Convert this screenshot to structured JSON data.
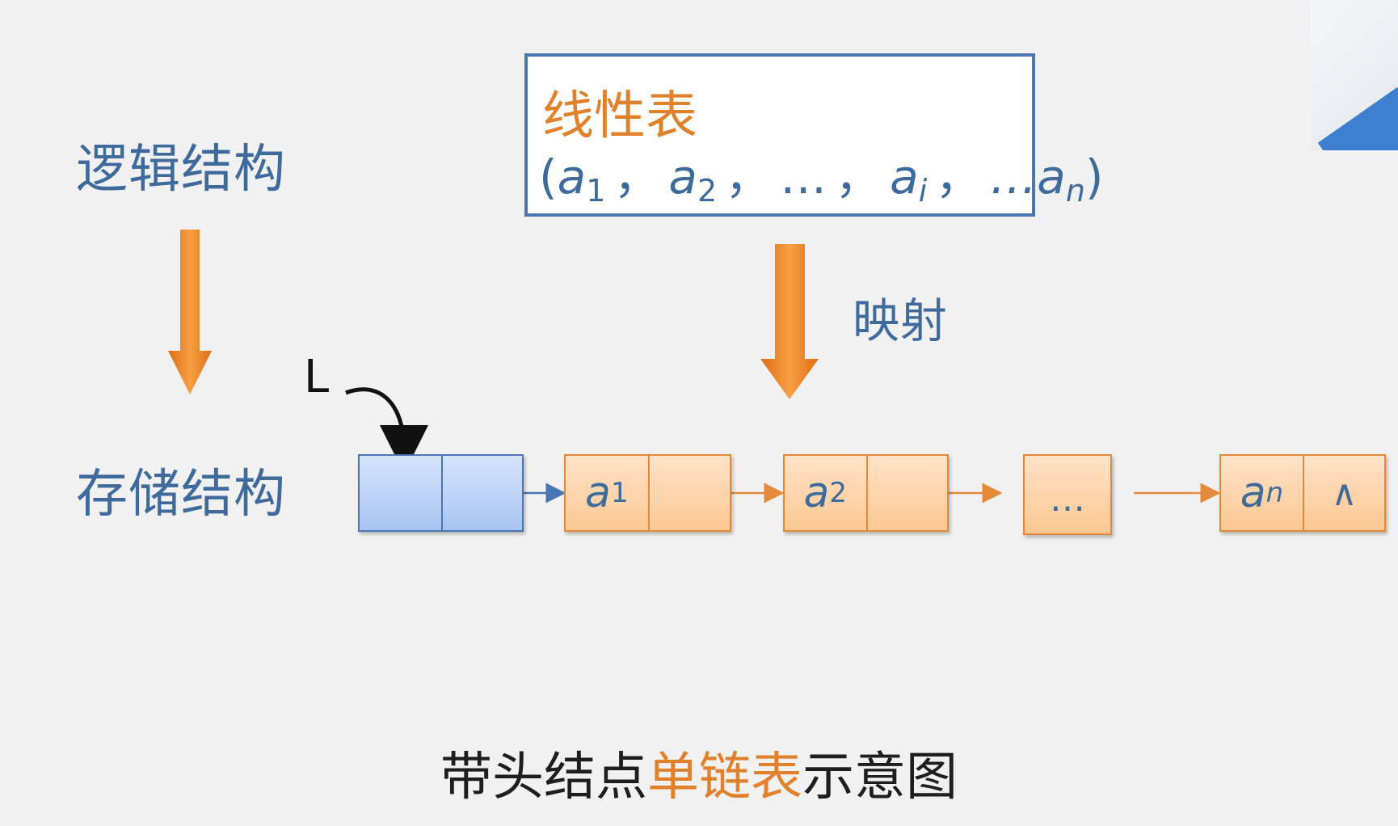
{
  "labels": {
    "logic": "逻辑结构",
    "storage": "存储结构",
    "mapping": "映射",
    "head_pointer": "L"
  },
  "linear_list": {
    "title": "线性表",
    "open": "(",
    "close": ")",
    "separator": "，",
    "items": [
      {
        "base": "a",
        "sub": "1"
      },
      {
        "base": "a",
        "sub": "2"
      },
      {
        "base": "…",
        "sub": ""
      },
      {
        "base": "a",
        "sub": "i"
      },
      {
        "base": "…a",
        "sub": "n"
      }
    ]
  },
  "nodes": {
    "a1": {
      "base": "a",
      "sub": "1"
    },
    "a2": {
      "base": "a",
      "sub": "2"
    },
    "dots": "…",
    "an": {
      "base": "a",
      "sub": "n"
    },
    "null_symbol": "∧"
  },
  "caption": {
    "part1": "带头结点",
    "part2": "单链表",
    "part3": "示意图"
  },
  "colors": {
    "blue_text": "#3f6a9c",
    "orange": "#e1812c",
    "box_border": "#4a76b4"
  }
}
